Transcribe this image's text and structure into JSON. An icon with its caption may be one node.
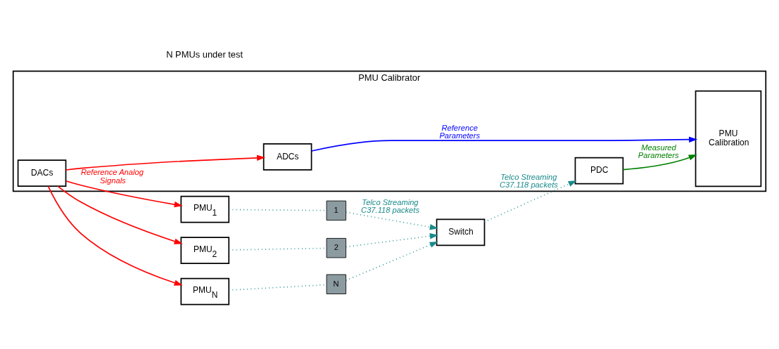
{
  "diagram": {
    "nodes": [
      {
        "text": [
          "PMU Calibrator"
        ]
      },
      {
        "text": [
          "DACs"
        ],
        "in": 0
      },
      {
        "text": [
          "ADCs"
        ],
        "in": 0
      },
      {
        "text": [
          "PDC"
        ],
        "in": 0
      },
      {
        "text": [
          "PMU Calibration"
        ],
        "in": 0
      },
      {
        "text": [
          "PMU$_{1}$"
        ]
      },
      {
        "text": [
          "PMU$_{2}$"
        ]
      },
      {
        "text": [
          "PMU$_{N}$"
        ]
      },
      {
        "text": [
          "1"
        ]
      },
      {
        "text": [
          "2"
        ]
      },
      {
        "text": [
          "N"
        ]
      },
      {
        "text": [
          "Switch"
        ]
      }
    ],
    "edges": [
      {
        "from": 1,
        "to": 5,
        "arrow": "to",
        "color": "#ff0000",
        "label": "Reference Analog Signals"
      },
      {
        "from": 1,
        "to": 6,
        "arrow": "to",
        "color": "#ff0000"
      },
      {
        "from": 1,
        "to": 7,
        "arrow": "to",
        "color": "#ff0000"
      },
      {
        "from": 1,
        "to": 2,
        "arrow": "to",
        "color": "#ff0000"
      },
      {
        "from": 2,
        "to": 4,
        "arrow": "to",
        "color": "#0000ff",
        "label": "Reference Parameters"
      },
      {
        "from": 3,
        "to": 4,
        "arrow": "to",
        "color": "#008000",
        "label": "Measured Parameters"
      },
      {
        "from": 5,
        "to": 8,
        "arrow": "none",
        "style": "dashed"
      },
      {
        "from": 6,
        "to": 9,
        "arrow": "none",
        "style": "dashed"
      },
      {
        "from": 7,
        "to": 10,
        "arrow": "none",
        "style": "dashed"
      },
      {
        "from": 8,
        "to": 11,
        "arrow": "to",
        "style": "dashed",
        "label": "Telco Streaming C37.118 packets"
      },
      {
        "from": 9,
        "to": 11,
        "arrow": "to",
        "style": "dashed"
      },
      {
        "from": 10,
        "to": 11,
        "arrow": "to",
        "style": "dashed"
      },
      {
        "from": 11,
        "to": 3,
        "arrow": "to",
        "style": "dashed",
        "label": "Telco Streaming C37.118 packets"
      }
    ],
    "labels": [
      "N PMUs under test"
    ]
  }
}
